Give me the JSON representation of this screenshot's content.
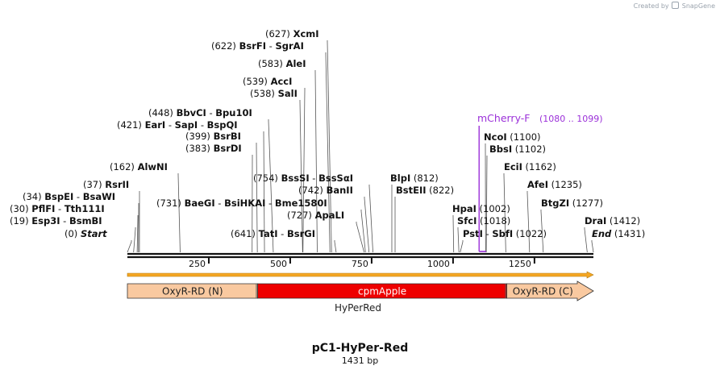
{
  "credit": {
    "prefix": "Created by",
    "brand": "SnapGene"
  },
  "title": "pC1-HyPer-Red",
  "length_label": "1431 bp",
  "sequence_length": 1431,
  "ruler_ticks": [
    250,
    500,
    750,
    1000,
    1250
  ],
  "sites": [
    {
      "pos": "(0)",
      "name": "Start",
      "italic": true,
      "bp": 0
    },
    {
      "pos": "(19)",
      "name": "Esp3I",
      "bp": 19
    },
    {
      "pos": "",
      "name": "BsmBI",
      "bp": 19
    },
    {
      "pos": "(30)",
      "name": "PflFI",
      "bp": 30
    },
    {
      "pos": "",
      "name": "Tth111I",
      "bp": 30
    },
    {
      "pos": "(34)",
      "name": "BspEI",
      "bp": 34
    },
    {
      "pos": "",
      "name": "BsaWI",
      "bp": 34
    },
    {
      "pos": "(37)",
      "name": "RsrII",
      "bp": 37
    },
    {
      "pos": "(162)",
      "name": "AlwNI",
      "bp": 162
    },
    {
      "pos": "(383)",
      "name": "BsrDI",
      "bp": 383
    },
    {
      "pos": "(399)",
      "name": "BsrBI",
      "bp": 399
    },
    {
      "pos": "(421)",
      "name": "EarI",
      "bp": 421
    },
    {
      "pos": "",
      "name": "SapI",
      "bp": 421
    },
    {
      "pos": "",
      "name": "BspQI",
      "bp": 421
    },
    {
      "pos": "(448)",
      "name": "BbvCI",
      "bp": 448
    },
    {
      "pos": "",
      "name": "Bpu10I",
      "bp": 448
    },
    {
      "pos": "(538)",
      "name": "SalI",
      "bp": 538
    },
    {
      "pos": "(539)",
      "name": "AccI",
      "bp": 539
    },
    {
      "pos": "(583)",
      "name": "AleI",
      "bp": 583
    },
    {
      "pos": "(622)",
      "name": "BsrFI",
      "bp": 622
    },
    {
      "pos": "",
      "name": "SgrAI",
      "bp": 622
    },
    {
      "pos": "(627)",
      "name": "XcmI",
      "bp": 627
    },
    {
      "pos": "(641)",
      "name": "TatI",
      "bp": 641
    },
    {
      "pos": "",
      "name": "BsrGI",
      "bp": 641
    },
    {
      "pos": "(727)",
      "name": "ApaLI",
      "bp": 727
    },
    {
      "pos": "(731)",
      "name": "BaeGI",
      "bp": 731
    },
    {
      "pos": "",
      "name": "BsiHKAI",
      "bp": 731
    },
    {
      "pos": "",
      "name": "Bme1580I",
      "bp": 731
    },
    {
      "pos": "(742)",
      "name": "BanII",
      "bp": 742
    },
    {
      "pos": "(754)",
      "name": "BssSI",
      "bp": 754
    },
    {
      "pos": "",
      "name": "BssSαI",
      "bp": 754
    },
    {
      "pos": "(812)",
      "name": "BlpI",
      "bp": 812
    },
    {
      "pos": "(822)",
      "name": "BstEII",
      "bp": 822
    },
    {
      "pos": "(1002)",
      "name": "HpaI",
      "bp": 1002
    },
    {
      "pos": "(1018)",
      "name": "SfcI",
      "bp": 1018
    },
    {
      "pos": "(1022)",
      "name": "PstI",
      "bp": 1022
    },
    {
      "pos": "",
      "name": "SbfI",
      "bp": 1022
    },
    {
      "pos": "(1100)",
      "name": "NcoI",
      "bp": 1100
    },
    {
      "pos": "(1102)",
      "name": "BbsI",
      "bp": 1102
    },
    {
      "pos": "(1162)",
      "name": "EciI",
      "bp": 1162
    },
    {
      "pos": "(1235)",
      "name": "AfeI",
      "bp": 1235
    },
    {
      "pos": "(1277)",
      "name": "BtgZI",
      "bp": 1277
    },
    {
      "pos": "(1412)",
      "name": "DraI",
      "bp": 1412
    },
    {
      "pos": "(1431)",
      "name": "End",
      "italic": true,
      "bp": 1431
    }
  ],
  "primer": {
    "name": "mCherry-F",
    "range": "(1080 .. 1099)",
    "start": 1080,
    "end": 1099,
    "color": "#9b30d9"
  },
  "features": {
    "orf": {
      "color": "#f5a623",
      "label": ""
    },
    "segments": [
      {
        "label": "OxyR-RD (N)",
        "start": 0,
        "end": 400,
        "color": "#f9c9a0"
      },
      {
        "label": "cpmApple",
        "start": 400,
        "end": 1165,
        "color": "#ee0000",
        "text_color": "#ffffff"
      },
      {
        "label": "OxyR-RD (C)",
        "start": 1165,
        "end": 1431,
        "color": "#f9c9a0"
      }
    ],
    "group_label": "HyPerRed"
  }
}
